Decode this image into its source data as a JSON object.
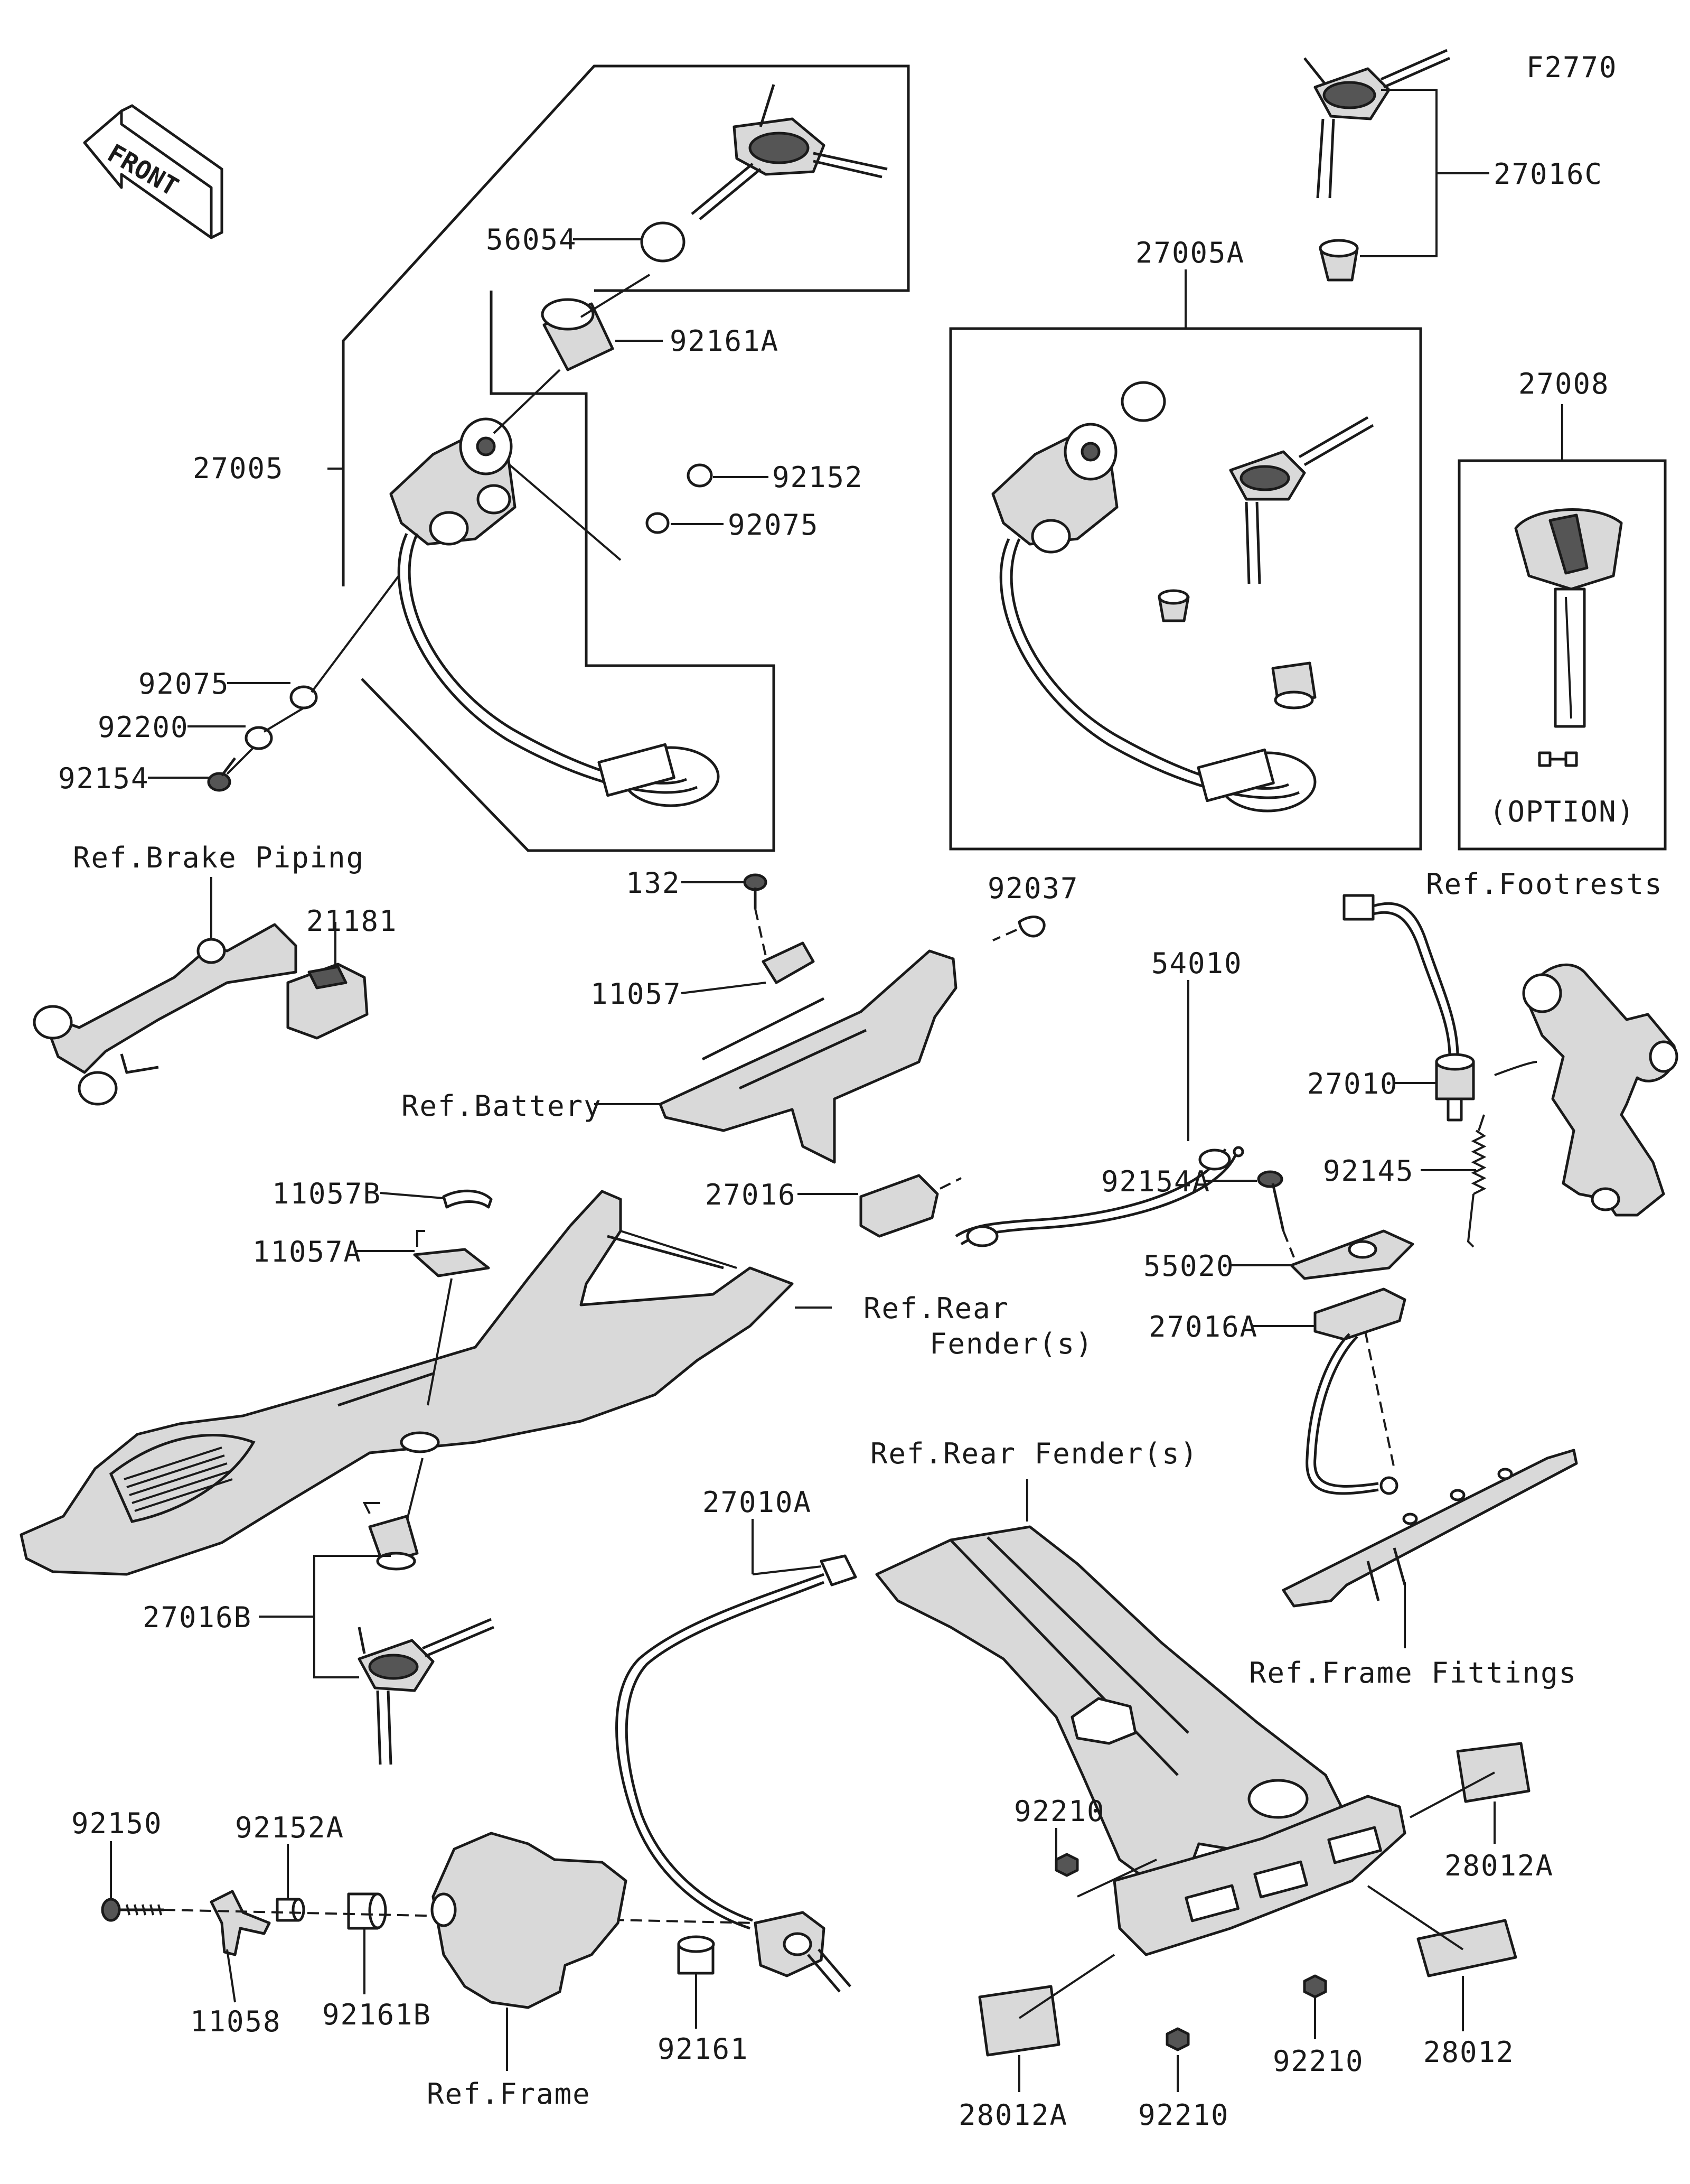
{
  "figure_id": "F2770",
  "front_arrow": "FRONT",
  "parts": {
    "p27005": "27005",
    "p56054": "56054",
    "p92161A": "92161A",
    "p92152": "92152",
    "p92075_top": "92075",
    "p92075": "92075",
    "p92200": "92200",
    "p92154": "92154",
    "p27016C": "27016C",
    "p27005A": "27005A",
    "p27008": "27008",
    "option": "(OPTION)",
    "p21181": "21181",
    "p132": "132",
    "p92037": "92037",
    "p11057": "11057",
    "p54010": "54010",
    "p27016": "27016",
    "p27010": "27010",
    "p92154A": "92154A",
    "p92145": "92145",
    "p55020": "55020",
    "p27016A": "27016A",
    "p11057B": "11057B",
    "p11057A": "11057A",
    "p27010A": "27010A",
    "p27016B": "27016B",
    "p92150": "92150",
    "p92152A": "92152A",
    "p11058": "11058",
    "p92161B": "92161B",
    "p92161": "92161",
    "p92210_a": "92210",
    "p92210_b": "92210",
    "p92210_c": "92210",
    "p28012A_top": "28012A",
    "p28012A_bot": "28012A",
    "p28012": "28012"
  },
  "refs": {
    "brake_piping": "Ref.Brake Piping",
    "battery": "Ref.Battery",
    "footrests": "Ref.Footrests",
    "rear_fender_1a": "Ref.Rear",
    "rear_fender_1b": "Fender(s)",
    "rear_fender_2": "Ref.Rear Fender(s)",
    "frame_fittings": "Ref.Frame Fittings",
    "frame": "Ref.Frame"
  }
}
